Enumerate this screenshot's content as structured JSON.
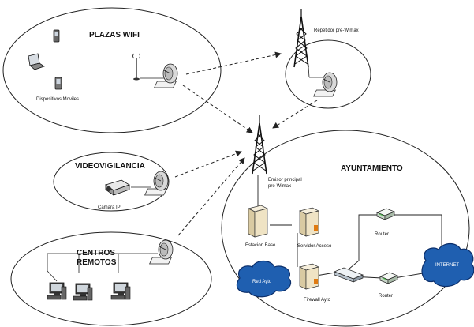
{
  "zones": {
    "plazas_wifi": {
      "title": "PLAZAS WIFI",
      "devices_label": "Dispositivos Moviles"
    },
    "repetidor": {
      "label": "Repetidor pre-Wimax"
    },
    "videovigilancia": {
      "title": "VIDEOVIGILANCIA",
      "camera_label": "Camara IP"
    },
    "centros_remotos": {
      "title_line1": "CENTROS",
      "title_line2": "REMOTOS"
    },
    "ayuntamiento": {
      "title": "AYUNTAMIENTO",
      "emisor_line1": "Emisor principal",
      "emisor_line2": "pre-Wimax",
      "estacion_base": "Estacion Base",
      "servidor_acceso": "Servidor Acceso",
      "firewall": "Firewall Aytc",
      "red_ayto": "Red Ayto",
      "router_top": "Router",
      "router_bottom": "Router",
      "internet": "INTERNET"
    }
  },
  "colors": {
    "cloud_fill": "#1f5fb0",
    "cloud_edge": "#0b2e6a",
    "server_fill": "#efe3c4",
    "router_fill": "#e6efe6",
    "link_green": "#4fbf4f"
  },
  "icons": [
    "phone-icon",
    "laptop-icon",
    "pda-icon",
    "antenna-icon",
    "dish-icon",
    "tower-icon",
    "camera-icon",
    "computer-icon",
    "server-icon",
    "router-icon",
    "switch-icon",
    "cloud-icon"
  ]
}
